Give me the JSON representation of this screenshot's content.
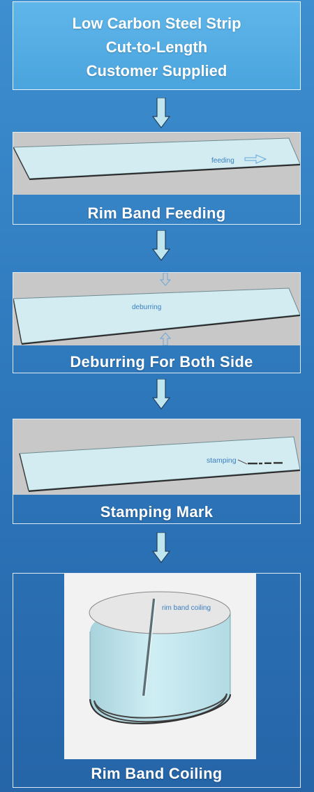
{
  "start": {
    "lines": [
      "Low Carbon Steel Strip",
      "Cut-to-Length",
      "Customer Supplied"
    ]
  },
  "steps": [
    {
      "title": "Rim Band Feeding",
      "annotation": "feeding"
    },
    {
      "title": "Deburring For Both Side",
      "annotation": "deburring"
    },
    {
      "title": "Stamping Mark",
      "annotation": "stamping"
    },
    {
      "title": "Rim Band Coiling",
      "annotation": "rim band coiling"
    }
  ],
  "colors": {
    "background": "#2f79bd",
    "header_box": "#4aa4dd",
    "arrow_fill": "#bfe6ee",
    "strip_fill": "#d2ecf2",
    "annotation_text": "#3a7fc0"
  }
}
